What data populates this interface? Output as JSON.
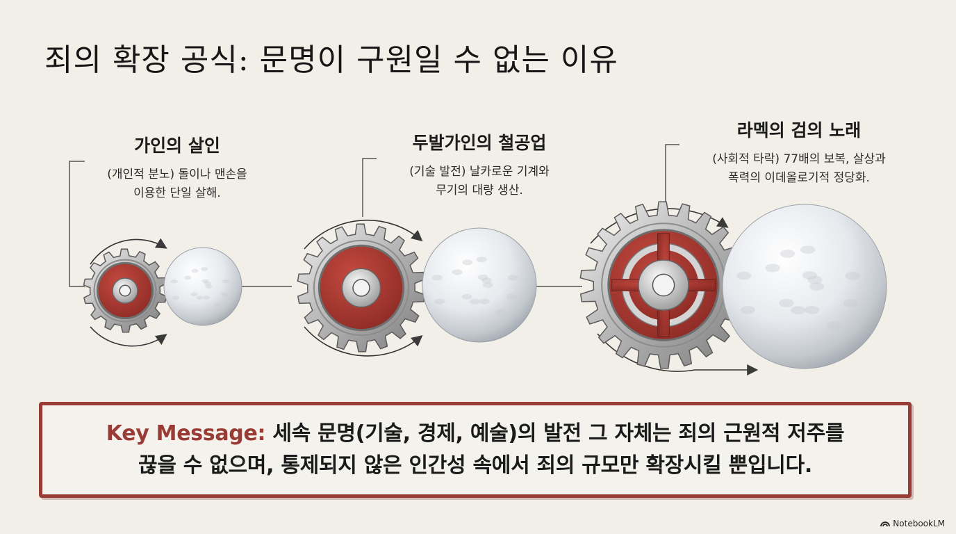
{
  "title": "죄의 확장 공식: 문명이 구원일 수 없는 이유",
  "stages": [
    {
      "title": "가인의 살인",
      "desc": [
        "(개인적 분노) 돌이나 맨손을",
        "이용한 단일 살해."
      ]
    },
    {
      "title": "두발가인의 철공업",
      "desc": [
        "(기술 발전) 날카로운 기계와",
        "무기의 대량 생산."
      ]
    },
    {
      "title": "라멕의 검의 노래",
      "desc": [
        "(사회적 타락) 77배의 보복, 살상과",
        "폭력의 이데올로기적 정당화."
      ]
    }
  ],
  "key_message": {
    "label": "Key Message:",
    "line1_rest": " 세속 문명(기술, 경제, 예술)의 발전 그 자체는 죄의 근원적 저주를",
    "line2": "끊을 수 없으며, 통제되지 않은 인간성 속에서 죄의 규모만 확장시킬 뿐입니다."
  },
  "brand": "NotebookLM",
  "colors": {
    "accent": "#9a3c36",
    "background": "#f1efe7",
    "gear_red": "#a8362e"
  }
}
